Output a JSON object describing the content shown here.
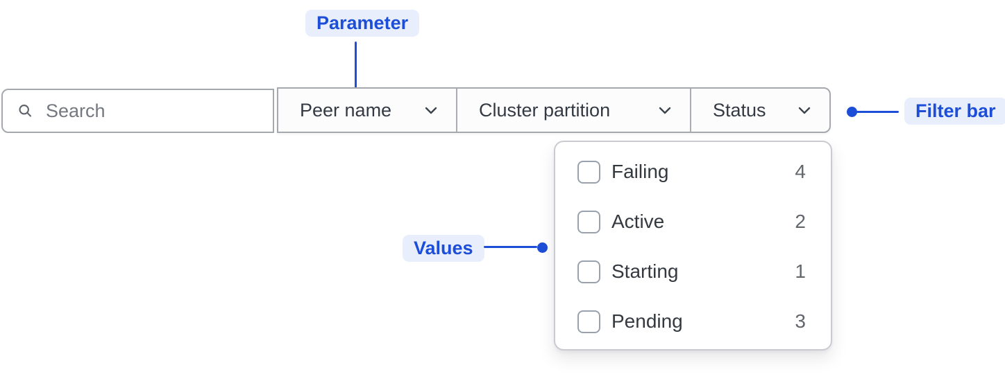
{
  "annotations": {
    "parameter": "Parameter",
    "filter_bar": "Filter bar",
    "values": "Values"
  },
  "filter_bar": {
    "search": {
      "placeholder": "Search"
    },
    "filters": [
      {
        "label": "Peer name"
      },
      {
        "label": "Cluster partition"
      },
      {
        "label": "Status"
      }
    ]
  },
  "dropdown": {
    "items": [
      {
        "label": "Failing",
        "count": 4,
        "checked": false
      },
      {
        "label": "Active",
        "count": 2,
        "checked": false
      },
      {
        "label": "Starting",
        "count": 1,
        "checked": false
      },
      {
        "label": "Pending",
        "count": 3,
        "checked": false
      }
    ]
  },
  "colors": {
    "accent_blue": "#1d4ed8",
    "annotation_pill_bg": "#e8eefc",
    "bar_border": "#a5a8ad",
    "panel_border": "#c9cbd1",
    "text_dark": "#33383f",
    "text_muted": "#62666d",
    "placeholder": "#74787f"
  }
}
